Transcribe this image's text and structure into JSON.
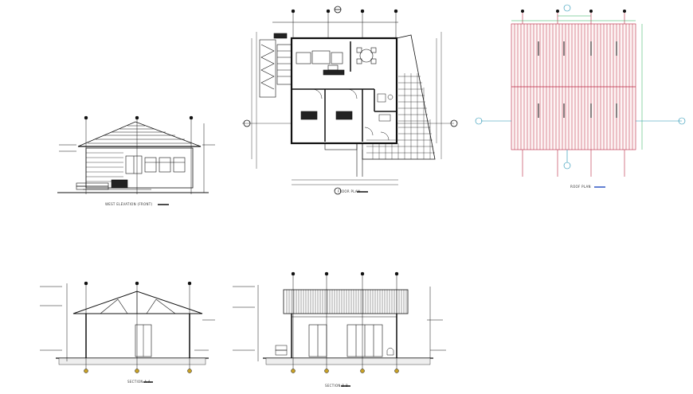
{
  "drawing": {
    "views": [
      {
        "id": "west-elevation",
        "title": "WEST ELEVATION (FRONT)"
      },
      {
        "id": "floor-plan",
        "title": "FLOOR PLAN"
      },
      {
        "id": "roof-plan",
        "title": "ROOF PLAN"
      },
      {
        "id": "section-a",
        "title": "SECTION A-A"
      },
      {
        "id": "section-b",
        "title": "SECTION B-B"
      }
    ]
  },
  "colors": {
    "line": "#111111",
    "hatch": "#b8243f",
    "roof_outline": "#22aa55",
    "grid_marker": "#1a8fb0",
    "title_underline": "#2d55c4"
  }
}
